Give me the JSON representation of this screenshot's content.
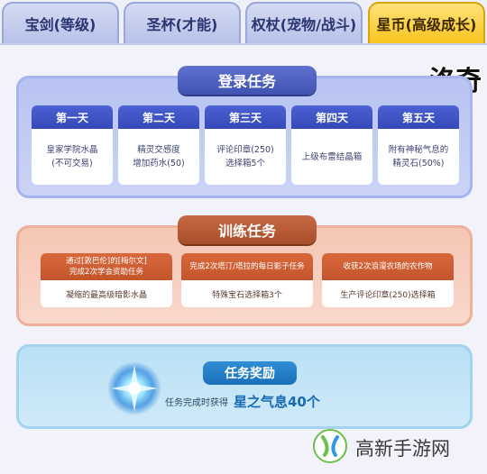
{
  "tabs": [
    {
      "label": "宝剑(等级)",
      "active": false
    },
    {
      "label": "圣杯(才能)",
      "active": false
    },
    {
      "label": "权杖(宠物/战斗)",
      "active": false
    },
    {
      "label": "星币(高级成长)",
      "active": true
    }
  ],
  "logo_text": "洛奇",
  "login": {
    "title": "登录任务",
    "days": [
      {
        "label": "第一天",
        "reward_line1": "皇家学院水晶",
        "reward_line2": "(不可交易)"
      },
      {
        "label": "第二天",
        "reward_line1": "精灵交感度",
        "reward_line2": "增加药水(50)"
      },
      {
        "label": "第三天",
        "reward_line1": "评论印章(250)",
        "reward_line2": "选择箱5个"
      },
      {
        "label": "第四天",
        "reward_line1": "上级布雷结晶箱",
        "reward_line2": ""
      },
      {
        "label": "第五天",
        "reward_line1": "附有神秘气息的",
        "reward_line2": "精灵石(50%)"
      }
    ]
  },
  "training": {
    "title": "训练任务",
    "tasks": [
      {
        "name_line1": "通过[敦巴伦]的[梅尔文]",
        "name_line2": "完成2次学会资助任务",
        "reward": "凝缩的最高级暗影水晶"
      },
      {
        "name_line1": "完成2次塔汀/塔拉的每日影子任务",
        "name_line2": "",
        "reward": "特殊宝石选择箱3个"
      },
      {
        "name_line1": "收获2次浪漫农场的农作物",
        "name_line2": "",
        "reward": "生产评论印章(250)选择箱"
      }
    ]
  },
  "reward": {
    "title": "任务奖励",
    "prefix": "任务完成时获得",
    "value": "星之气息40个",
    "icon": "star-breath-orb-icon"
  },
  "watermark": {
    "text": "高新手游网",
    "icon": "gxsy-logo-icon"
  },
  "colors": {
    "active_tab": "#f7c51e",
    "login_accent": "#4053b3",
    "training_accent": "#c4552b",
    "reward_accent": "#1b70b8"
  }
}
